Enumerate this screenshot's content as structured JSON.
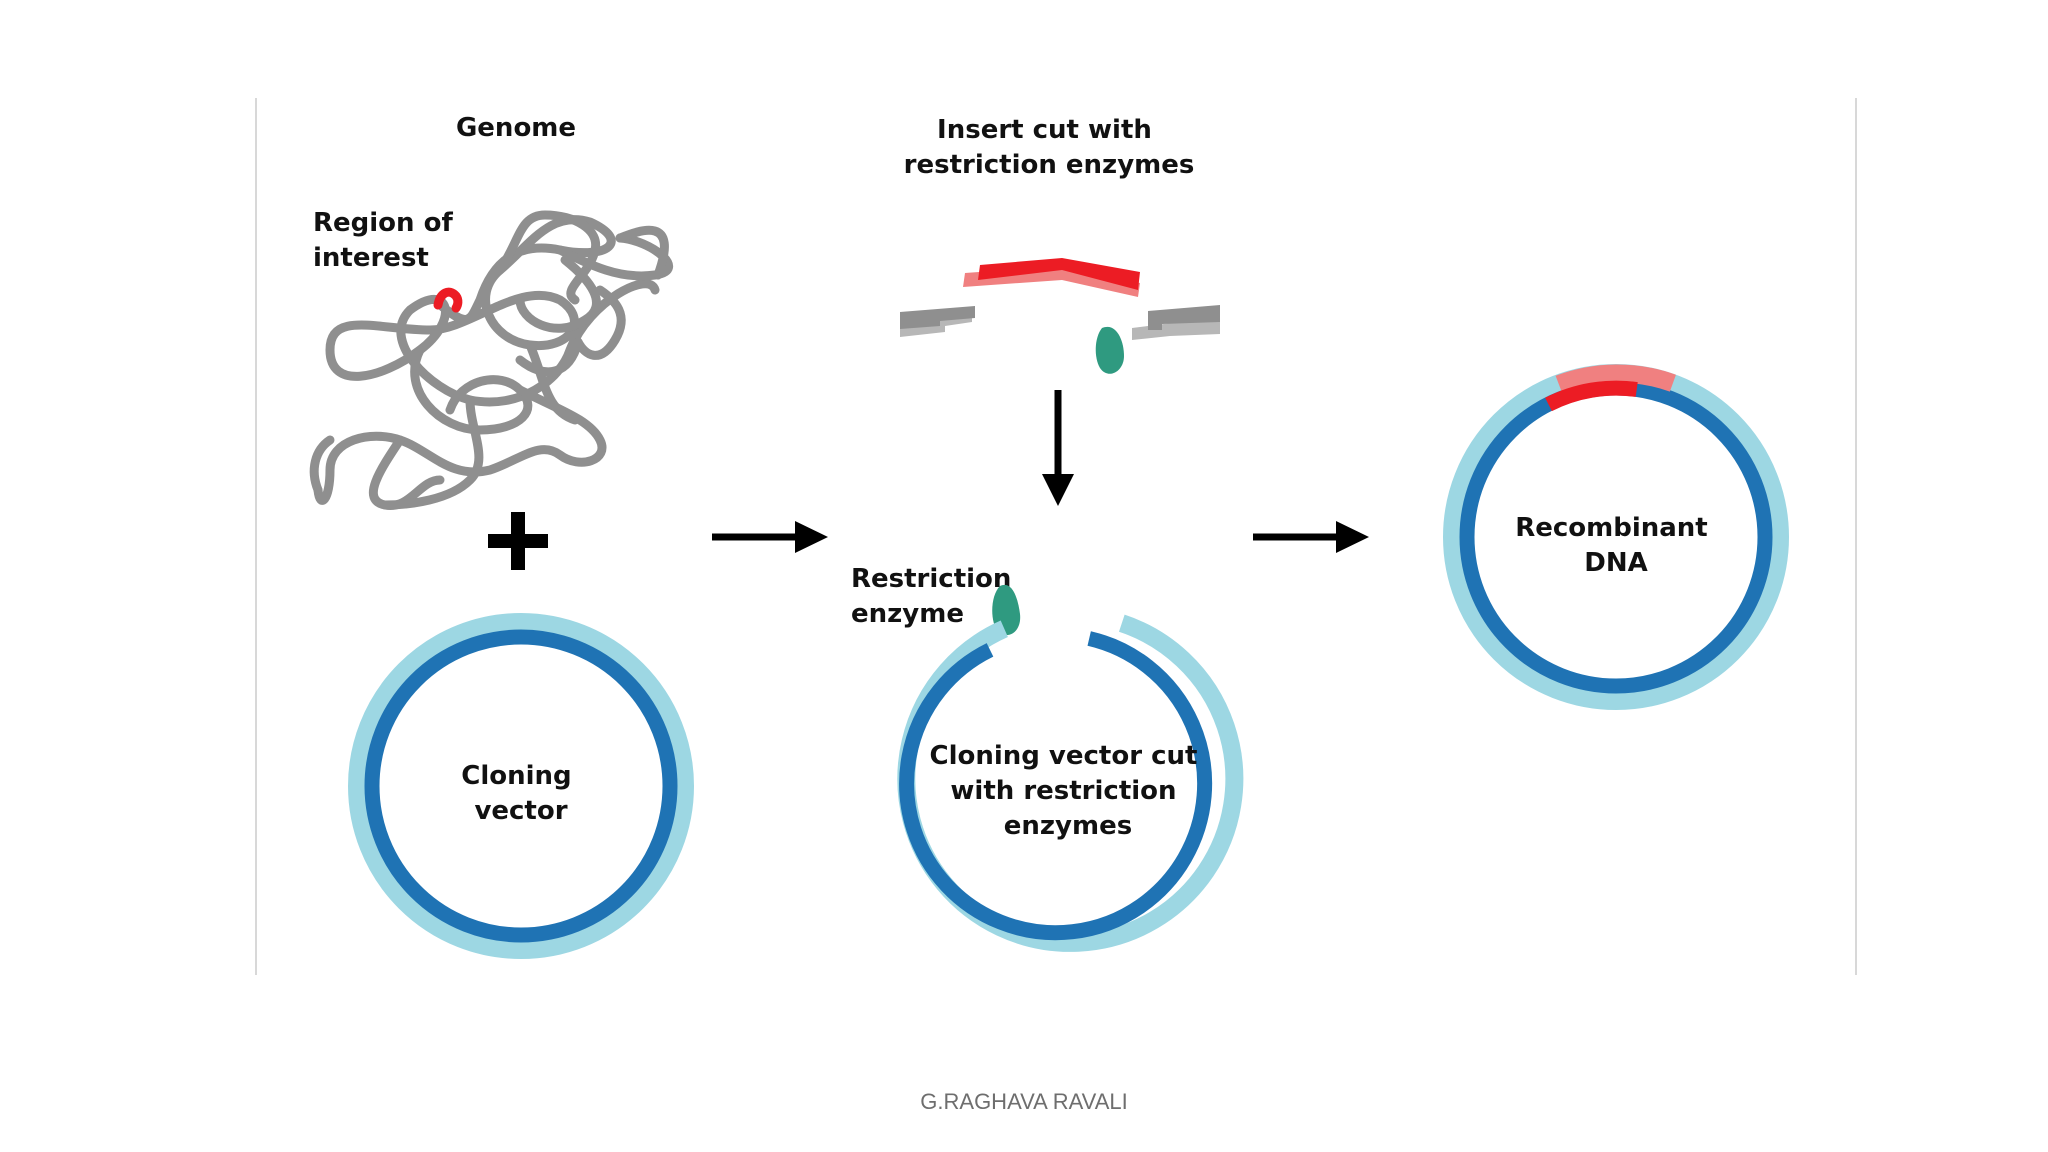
{
  "labels": {
    "genome": "Genome",
    "region_of_interest": [
      "Region of",
      "interest"
    ],
    "insert_cut": [
      "Insert cut with",
      "restriction enzymes"
    ],
    "restriction_enzyme": [
      "Restriction",
      "enzyme"
    ],
    "cloning_vector": [
      "Cloning",
      "vector"
    ],
    "cloning_vector_cut": [
      "Cloning vector cut",
      "with restriction",
      "enzymes"
    ],
    "recombinant_dna": [
      "Recombinant",
      "DNA"
    ]
  },
  "footer": {
    "author": "G.RAGHAVA RAVALI"
  },
  "colors": {
    "genome_strand": "#8f8f8f",
    "insert": "#ec1c24",
    "insert_light": "#f08080",
    "vector_outer": "#9dd7e3",
    "vector_inner": "#1f73b4",
    "enzyme": "#2f9a80",
    "arrow": "#000000",
    "frame_line": "#d8d8d8"
  },
  "icons": {
    "plus": "plus-icon",
    "right_arrow": "right-arrow-icon",
    "down_arrow": "down-arrow-icon",
    "enzyme": "restriction-enzyme-icon"
  }
}
